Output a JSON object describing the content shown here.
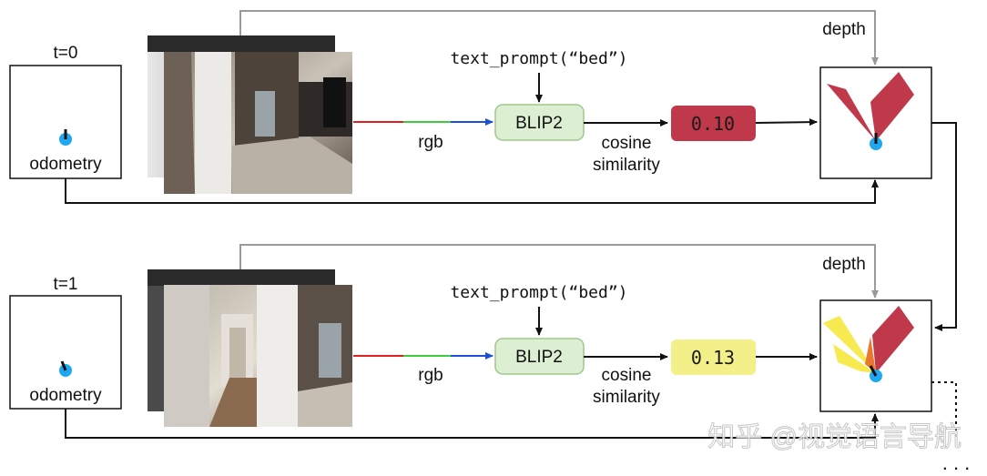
{
  "rows": [
    {
      "time_label": "t=0",
      "odometry_label": "odometry",
      "prompt": "text_prompt(“bed”)",
      "rgb_label": "rgb",
      "model_label": "BLIP2",
      "similarity_label_line1": "cosine",
      "similarity_label_line2": "similarity",
      "score": "0.10",
      "score_color": "#c0394b",
      "score_text_color": "#1a1a1a",
      "depth_label": "depth"
    },
    {
      "time_label": "t=1",
      "odometry_label": "odometry",
      "prompt": "text_prompt(“bed”)",
      "rgb_label": "rgb",
      "model_label": "BLIP2",
      "similarity_label_line1": "cosine",
      "similarity_label_line2": "similarity",
      "score": "0.13",
      "score_color": "#f3f08a",
      "score_text_color": "#1a1a1a",
      "depth_label": "depth"
    }
  ],
  "watermark": "知乎 @视觉语言导航",
  "continuation": ". . ."
}
